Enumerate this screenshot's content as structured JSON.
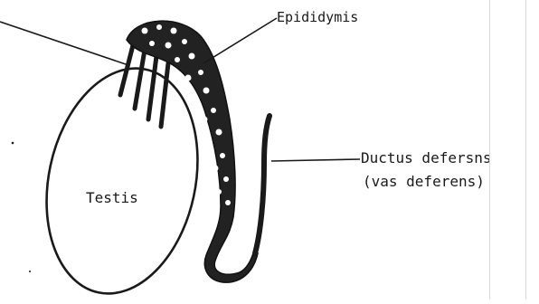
{
  "labels": {
    "epididymis": "Epididymis",
    "testis": "Testis",
    "ductus_line1": "Ductus defersns",
    "ductus_line2": "(vas deferens)"
  },
  "colors": {
    "ink": "#1a1a1a",
    "background": "#ffffff",
    "page_edge": "#d8d8d8"
  }
}
